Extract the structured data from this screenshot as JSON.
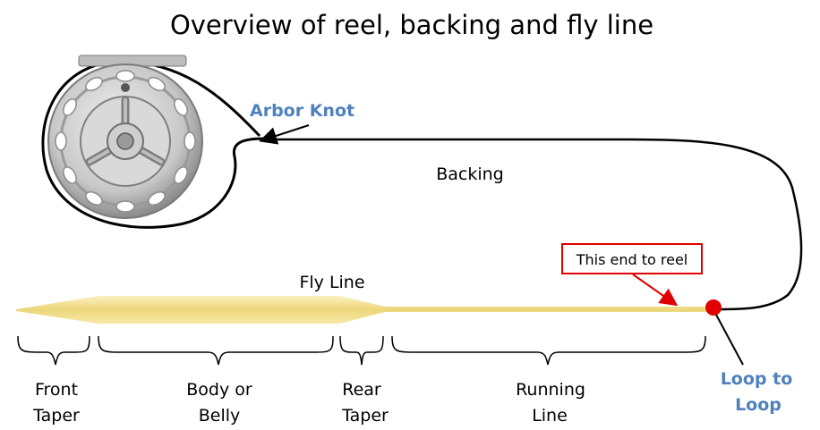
{
  "title": "Overview of reel, backing and fly line",
  "labels": {
    "arbor_knot": "Arbor Knot",
    "backing": "Backing",
    "fly_line": "Fly Line",
    "this_end": "This end to reel",
    "loop_line1": "Loop to",
    "loop_line2": "Loop"
  },
  "sections": [
    {
      "line1": "Front",
      "line2": "Taper"
    },
    {
      "line1": "Body or",
      "line2": "Belly"
    },
    {
      "line1": "Rear",
      "line2": "Taper"
    },
    {
      "line1": "Running",
      "line2": "Line"
    }
  ],
  "colors": {
    "fly_line": "#f2df8c",
    "accent_text": "#4f81bd",
    "callout_border": "#e00000",
    "loop_dot": "#e00000"
  }
}
